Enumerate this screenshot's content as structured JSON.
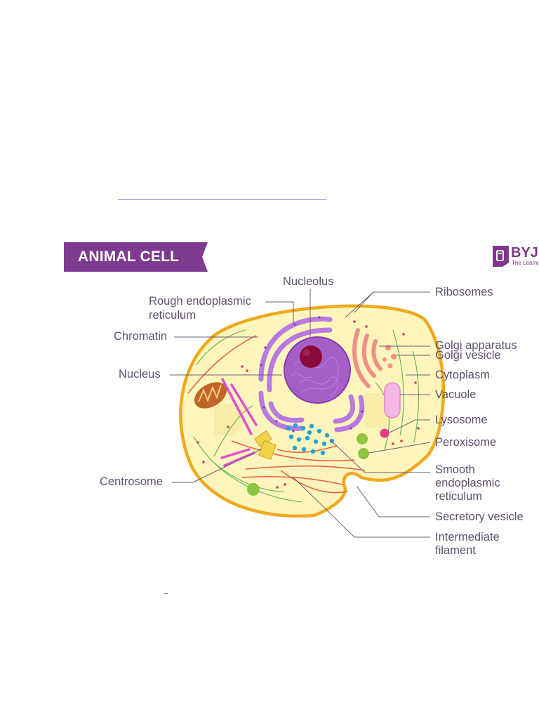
{
  "banner": {
    "title": "ANIMAL CELL"
  },
  "brand": {
    "name": "BYJU",
    "tagline": "The Learnin"
  },
  "labels": {
    "nucleolus": "Nucleolus",
    "rough_er_1": "Rough endoplasmic",
    "rough_er_2": "reticulum",
    "chromatin": "Chromatin",
    "nucleus": "Nucleus",
    "centrosome": "Centrosome",
    "ribosomes": "Ribosomes",
    "golgi_apparatus": "Golgi apparatus",
    "golgi_vesicle": "Golgi vesicle",
    "cytoplasm": "Cytoplasm",
    "vacuole": "Vacuole",
    "lysosome": "Lysosome",
    "peroxisome": "Peroxisome",
    "smooth_er_1": "Smooth",
    "smooth_er_2": "endoplasmic",
    "smooth_er_3": "reticulum",
    "secretory_vesicle": "Secretory vesicle",
    "intermediate_filament_1": "Intermediate",
    "intermediate_filament_2": "filament"
  },
  "colors": {
    "banner": "#7e3a8e",
    "brand": "#80368d",
    "membrane": "#f0a81e",
    "cytoplasm": "#fdf5bc",
    "nucleus": "#a560c8",
    "nucleolus": "#8a0a3c",
    "rough_er": "#b979e0",
    "golgi": "#f08f8a",
    "mitochondrion": "#c0642a",
    "vacuole": "#f4b7e6",
    "peroxisome": "#8bc63e",
    "smooth_er": "#1fa4d8",
    "label_text": "#5f4f70",
    "leader_line": "#6a5f75"
  }
}
